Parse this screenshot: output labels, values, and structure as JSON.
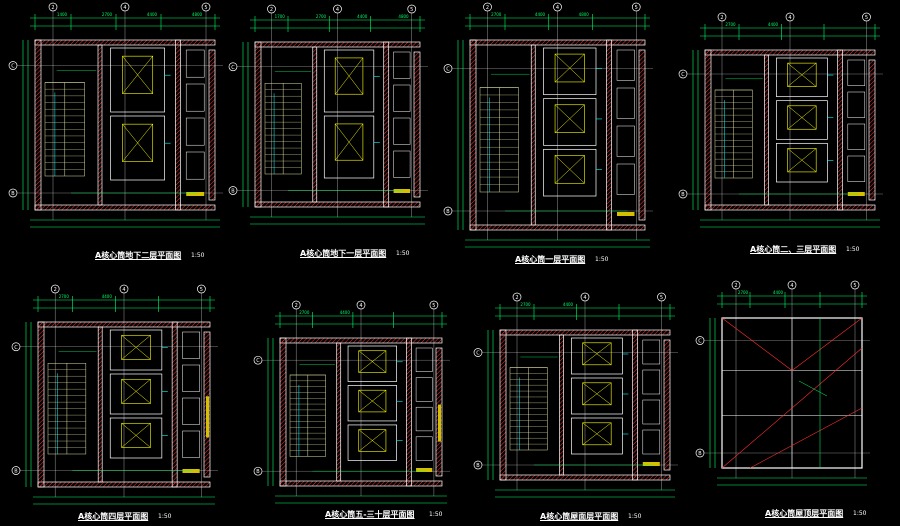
{
  "colors": {
    "background": "#000000",
    "wall": "#ffffff",
    "hatch": "#ff3030",
    "dimension": "#00ff66",
    "axis": "#ffffff",
    "elevator": "#ffff00",
    "stair": "#e0e0a0",
    "cyan": "#00ffff",
    "yellow_fill": "#d4c000"
  },
  "plans": [
    {
      "title": "A核心筒地下二层平面图",
      "scale": "1:50",
      "left_axes": [
        "C",
        "B"
      ],
      "top_axes": [
        "2",
        "4",
        "5"
      ],
      "dims": [
        "1400",
        "2700",
        "4400",
        "4800"
      ]
    },
    {
      "title": "A核心筒地下一层平面图",
      "scale": "1:50",
      "left_axes": [
        "C",
        "B"
      ],
      "top_axes": [
        "2",
        "4",
        "5"
      ],
      "dims": [
        "1700",
        "2700",
        "4400",
        "4800"
      ]
    },
    {
      "title": "A核心筒一层平面图",
      "scale": "1:50",
      "left_axes": [
        "C",
        "B"
      ],
      "top_axes": [
        "2",
        "4",
        "5"
      ],
      "dims": [
        "2700",
        "4400",
        "4800"
      ]
    },
    {
      "title": "A核心筒二、三层平面图",
      "scale": "1:50",
      "left_axes": [
        "C",
        "B"
      ],
      "top_axes": [
        "2",
        "4",
        "5"
      ],
      "dims": [
        "2700",
        "4400"
      ]
    },
    {
      "title": "A核心筒四层平面图",
      "scale": "1:50",
      "left_axes": [
        "C",
        "B"
      ],
      "top_axes": [
        "2",
        "4",
        "5"
      ],
      "dims": [
        "2700",
        "4400"
      ]
    },
    {
      "title": "A核心筒五-三十层平面图",
      "scale": "1:50",
      "left_axes": [
        "C",
        "B"
      ],
      "top_axes": [
        "2",
        "4",
        "5"
      ],
      "dims": [
        "2700",
        "4400"
      ]
    },
    {
      "title": "A核心筒屋面层平面图",
      "scale": "1:50",
      "left_axes": [
        "C",
        "B"
      ],
      "top_axes": [
        "2",
        "4",
        "5"
      ],
      "dims": [
        "2700",
        "4400"
      ]
    },
    {
      "title": "A核心筒屋顶层平面图",
      "scale": "1:50",
      "left_axes": [
        "C",
        "B"
      ],
      "top_axes": [
        "2",
        "4",
        "5"
      ],
      "dims": [
        "2700",
        "4400"
      ]
    }
  ]
}
